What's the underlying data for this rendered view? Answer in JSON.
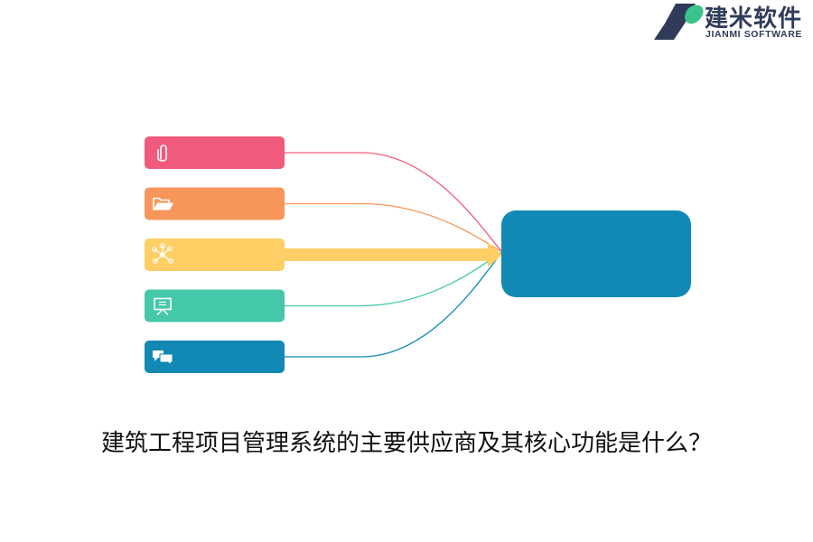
{
  "logo": {
    "name_cn": "建米软件",
    "name_en": "JIANMI SOFTWARE",
    "icon": "jianmi-logo-mark",
    "colors": {
      "dark": "#2f3b59",
      "accent": "#3cc38c"
    }
  },
  "diagram": {
    "items": [
      {
        "icon": "paperclip-icon",
        "color": "#f05b7d"
      },
      {
        "icon": "folder-open-icon",
        "color": "#f7965a"
      },
      {
        "icon": "network-icon",
        "color": "#ffcf66"
      },
      {
        "icon": "presentation-board-icon",
        "color": "#45c7aa"
      },
      {
        "icon": "chat-bubbles-icon",
        "color": "#1189b4"
      }
    ],
    "target": {
      "color": "#1189b4"
    },
    "arrow_color": "#ffcf66"
  },
  "caption": "建筑工程项目管理系统的主要供应商及其核心功能是什么？"
}
